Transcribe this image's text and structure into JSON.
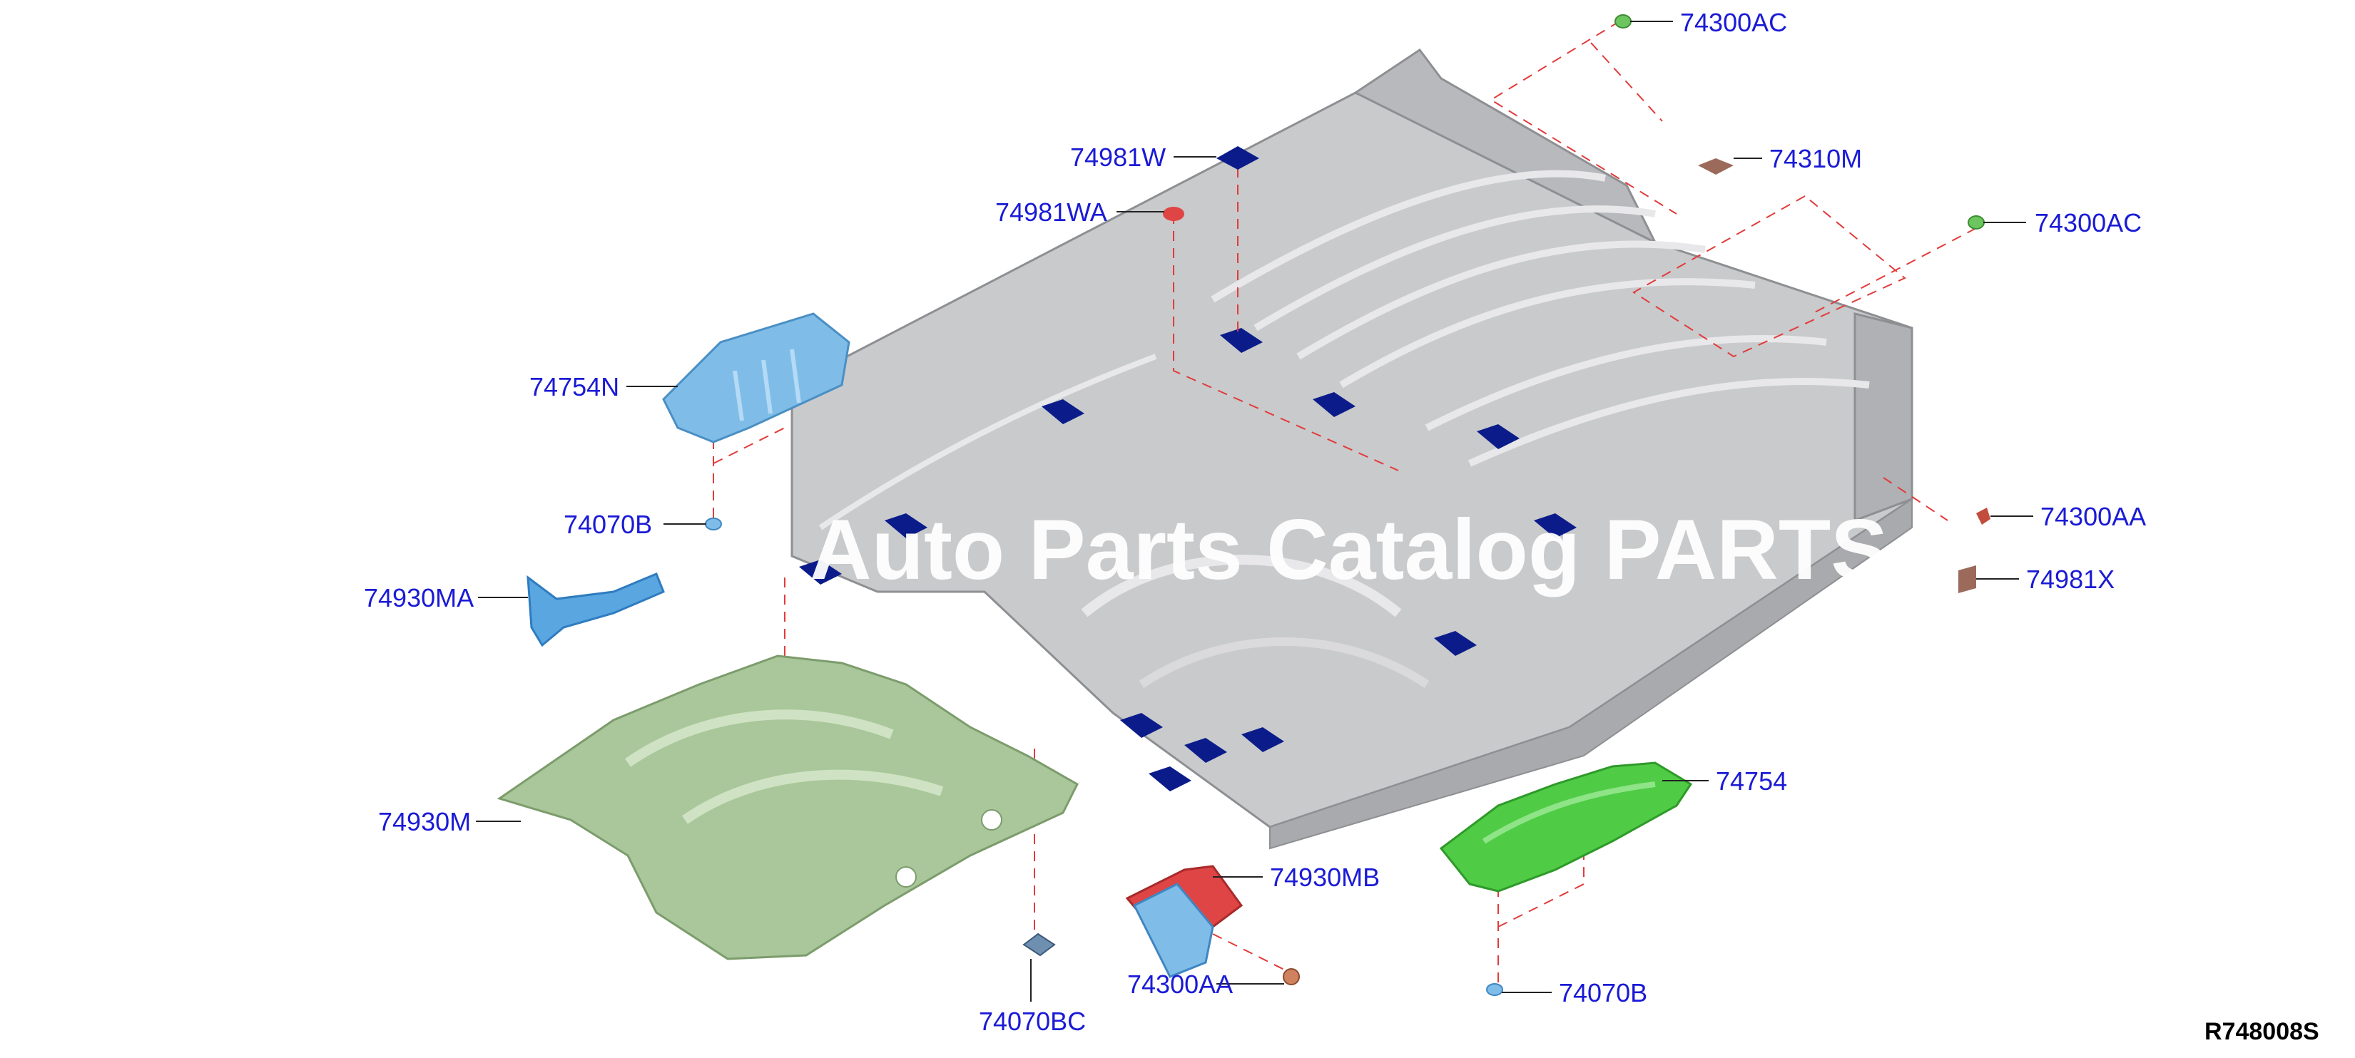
{
  "diagram": {
    "drawing_number": "R748008S",
    "watermark": "Auto Parts Catalog PARTS",
    "colors": {
      "label": "#1a1ad6",
      "guide_dash": "#e23b3b",
      "floor_panel": "#c9cacc",
      "insulator_green": "#a9c79a",
      "bright_green": "#4fcb45",
      "light_blue": "#7fbde8",
      "pad_navy": "#0b1c8a",
      "red_part": "#e04545",
      "brown_part": "#9b6a5a"
    },
    "parts": [
      {
        "id": "74300AC",
        "label": "74300AC",
        "icon": "clip-icon"
      },
      {
        "id": "74981W",
        "label": "74981W",
        "icon": "pad-icon"
      },
      {
        "id": "74310M",
        "label": "74310M",
        "icon": "patch-icon"
      },
      {
        "id": "74981WA",
        "label": "74981WA",
        "icon": "plug-icon"
      },
      {
        "id": "74300AC_2",
        "label": "74300AC",
        "icon": "clip-icon"
      },
      {
        "id": "74754N",
        "label": "74754N",
        "icon": "insulator-icon"
      },
      {
        "id": "74070B_top",
        "label": "74070B",
        "icon": "clip-icon"
      },
      {
        "id": "74300AA_right",
        "label": "74300AA",
        "icon": "grommet-icon"
      },
      {
        "id": "74930MA",
        "label": "74930MA",
        "icon": "bracket-icon"
      },
      {
        "id": "74981X",
        "label": "74981X",
        "icon": "patch-icon"
      },
      {
        "id": "74930M",
        "label": "74930M",
        "icon": "insulator-icon"
      },
      {
        "id": "74754",
        "label": "74754",
        "icon": "insulator-icon"
      },
      {
        "id": "74930MB",
        "label": "74930MB",
        "icon": "bracket-icon"
      },
      {
        "id": "74300AA",
        "label": "74300AA",
        "icon": "grommet-icon"
      },
      {
        "id": "74070B",
        "label": "74070B",
        "icon": "clip-icon"
      },
      {
        "id": "74070BC",
        "label": "74070BC",
        "icon": "clip-icon"
      }
    ]
  }
}
